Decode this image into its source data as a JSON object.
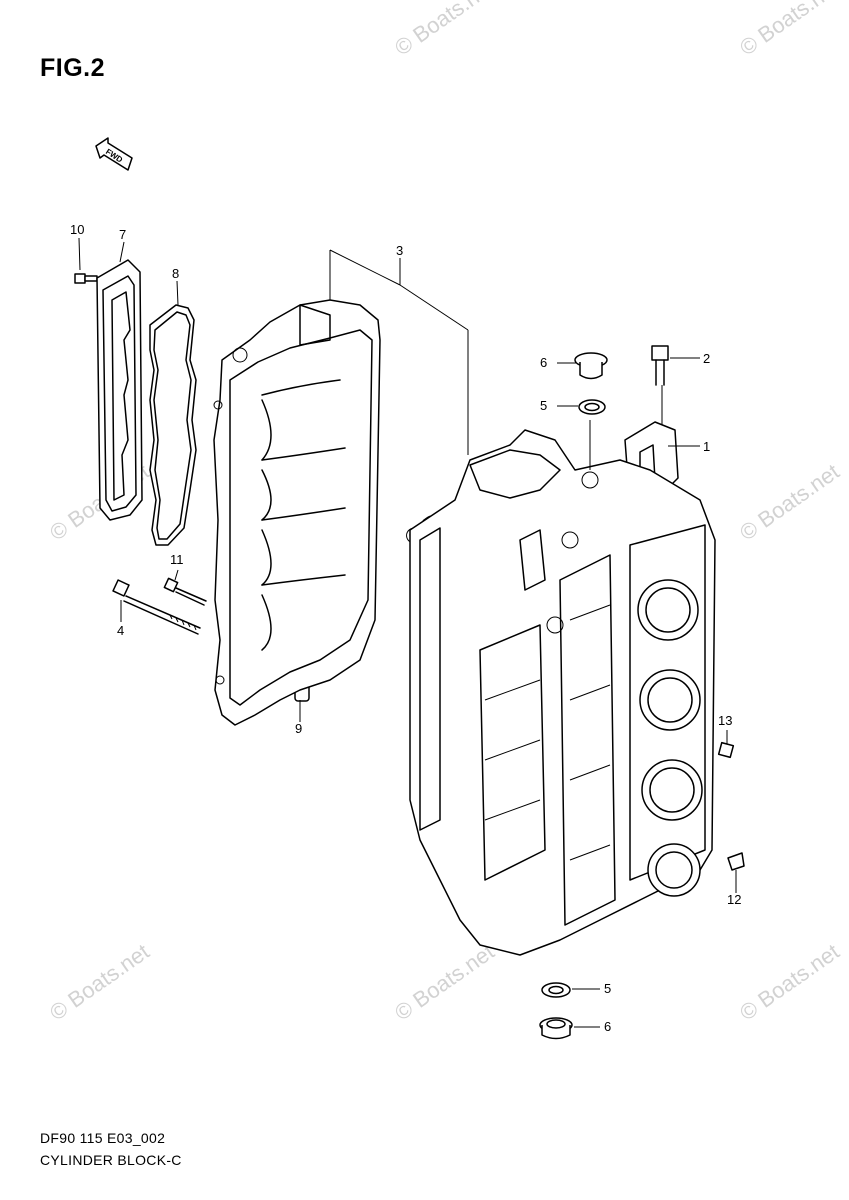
{
  "figure": {
    "title": "FIG.2",
    "fwd_label": "FWD"
  },
  "callouts": [
    "1",
    "2",
    "3",
    "4",
    "5",
    "6",
    "7",
    "8",
    "9",
    "10",
    "11",
    "12",
    "13"
  ],
  "footer": {
    "code": "DF90 115 E03_002",
    "caption": "CYLINDER BLOCK-C"
  },
  "watermark": {
    "text": "© Boats.net"
  }
}
